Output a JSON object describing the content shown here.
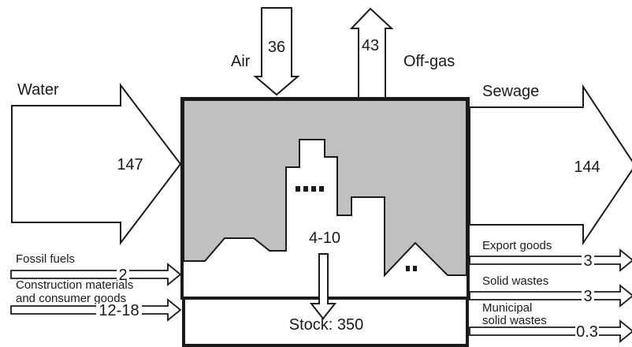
{
  "flows": {
    "water": {
      "label": "Water",
      "value": "147"
    },
    "air": {
      "label": "Air",
      "value": "36"
    },
    "offgas": {
      "label": "Off-gas",
      "value": "43"
    },
    "sewage": {
      "label": "Sewage",
      "value": "144"
    },
    "fossil": {
      "label": "Fossil fuels",
      "value": "2"
    },
    "construction": {
      "label_line1": "Construction materials",
      "label_line2": "and consumer goods",
      "value": "12-18"
    },
    "export": {
      "label": "Export goods",
      "value": "3"
    },
    "solid": {
      "label": "Solid wastes",
      "value": "3"
    },
    "municipal": {
      "label_line1": "Municipal",
      "label_line2": "solid wastes",
      "value": "0.3"
    },
    "accumulation": {
      "value": "4-10"
    }
  },
  "stock": {
    "label": "Stock: 350"
  },
  "colors": {
    "city": "#c0c0c0",
    "outline": "#1a1a1a",
    "background": "#ffffff"
  }
}
